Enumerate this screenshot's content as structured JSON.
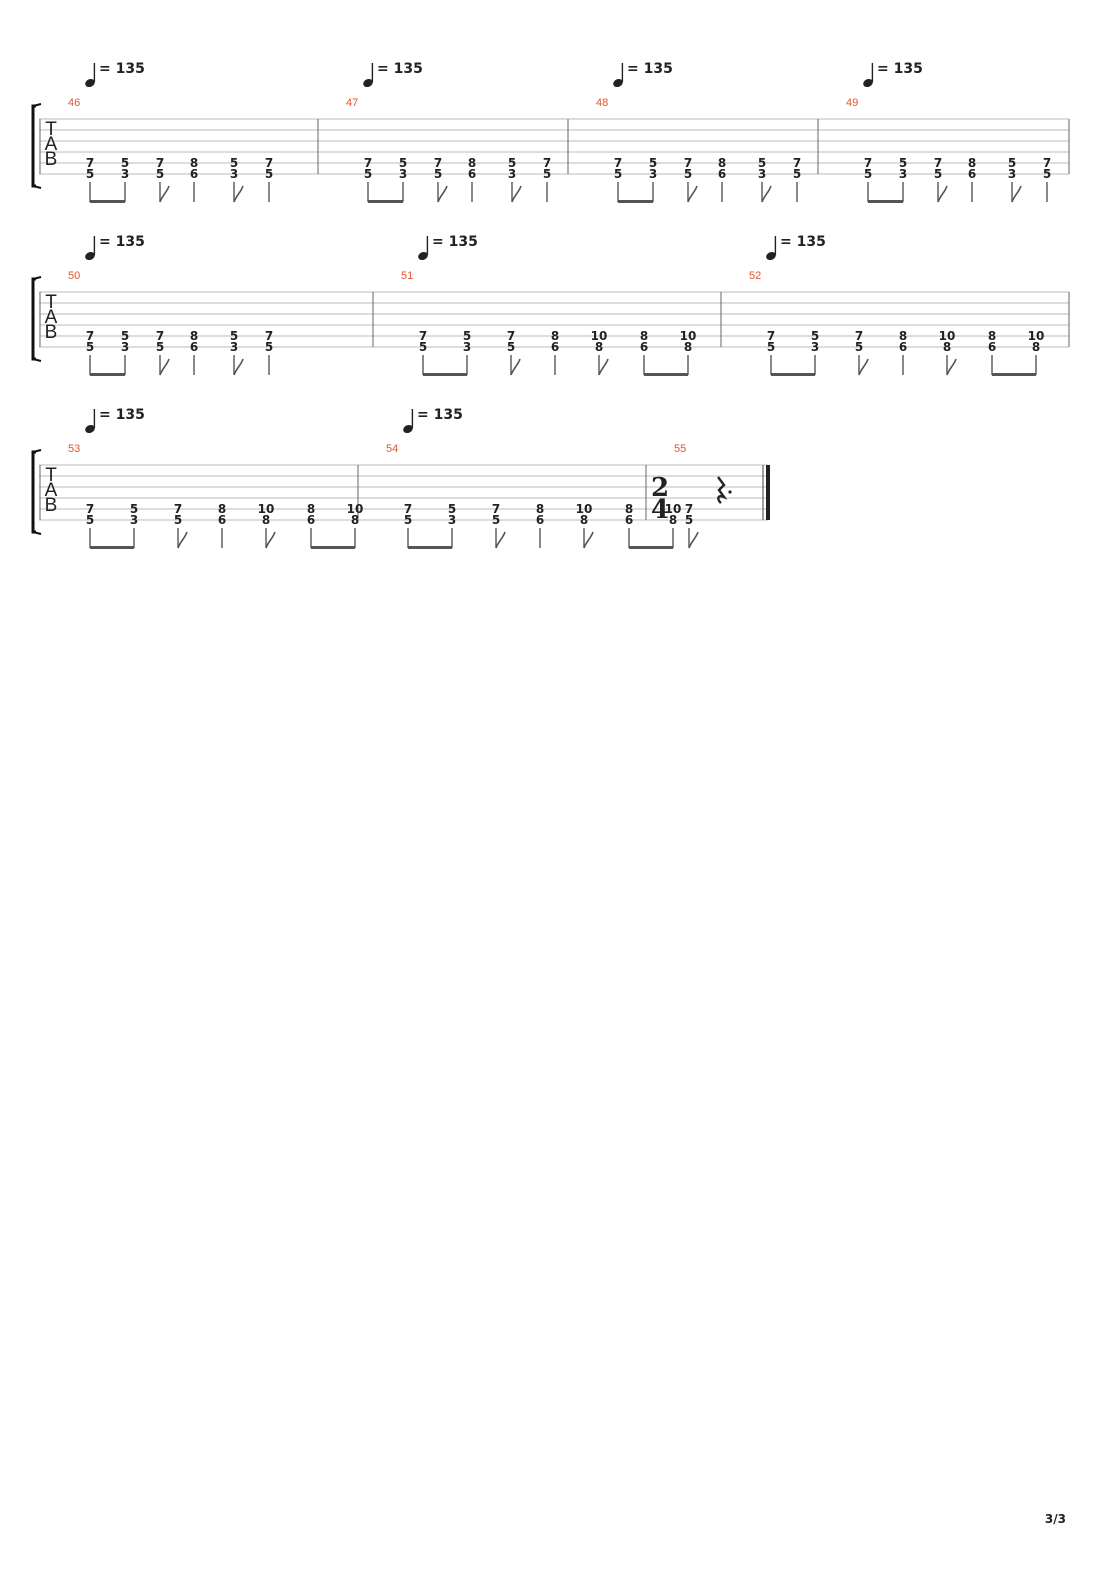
{
  "page": {
    "number_label": "3/3"
  },
  "tab_clef": [
    "T",
    "A",
    "B"
  ],
  "tempo": {
    "symbol": "quarter-note",
    "label": "= 135"
  },
  "systems": [
    {
      "measures": [
        {
          "number": "46",
          "tempo": true,
          "beats": [
            [
              "7",
              "5"
            ],
            [
              "5",
              "3"
            ],
            [
              "7",
              "5"
            ],
            [
              "8",
              "6"
            ],
            [
              "5",
              "3"
            ],
            [
              "7",
              "5"
            ]
          ],
          "rhythm": "A"
        },
        {
          "number": "47",
          "tempo": true,
          "beats": [
            [
              "7",
              "5"
            ],
            [
              "5",
              "3"
            ],
            [
              "7",
              "5"
            ],
            [
              "8",
              "6"
            ],
            [
              "5",
              "3"
            ],
            [
              "7",
              "5"
            ]
          ],
          "rhythm": "A"
        },
        {
          "number": "48",
          "tempo": true,
          "beats": [
            [
              "7",
              "5"
            ],
            [
              "5",
              "3"
            ],
            [
              "7",
              "5"
            ],
            [
              "8",
              "6"
            ],
            [
              "5",
              "3"
            ],
            [
              "7",
              "5"
            ]
          ],
          "rhythm": "A"
        },
        {
          "number": "49",
          "tempo": true,
          "beats": [
            [
              "7",
              "5"
            ],
            [
              "5",
              "3"
            ],
            [
              "7",
              "5"
            ],
            [
              "8",
              "6"
            ],
            [
              "5",
              "3"
            ],
            [
              "7",
              "5"
            ]
          ],
          "rhythm": "A"
        }
      ]
    },
    {
      "measures": [
        {
          "number": "50",
          "tempo": true,
          "beats": [
            [
              "7",
              "5"
            ],
            [
              "5",
              "3"
            ],
            [
              "7",
              "5"
            ],
            [
              "8",
              "6"
            ],
            [
              "5",
              "3"
            ],
            [
              "7",
              "5"
            ]
          ],
          "rhythm": "A"
        },
        {
          "number": "51",
          "tempo": true,
          "beats": [
            [
              "7",
              "5"
            ],
            [
              "5",
              "3"
            ],
            [
              "7",
              "5"
            ],
            [
              "8",
              "6"
            ],
            [
              "10",
              "8"
            ],
            [
              "8",
              "6"
            ],
            [
              "10",
              "8"
            ]
          ],
          "rhythm": "B"
        },
        {
          "number": "52",
          "tempo": true,
          "beats": [
            [
              "7",
              "5"
            ],
            [
              "5",
              "3"
            ],
            [
              "7",
              "5"
            ],
            [
              "8",
              "6"
            ],
            [
              "10",
              "8"
            ],
            [
              "8",
              "6"
            ],
            [
              "10",
              "8"
            ]
          ],
          "rhythm": "B"
        }
      ]
    },
    {
      "measures": [
        {
          "number": "53",
          "tempo": true,
          "beats": [
            [
              "7",
              "5"
            ],
            [
              "5",
              "3"
            ],
            [
              "7",
              "5"
            ],
            [
              "8",
              "6"
            ],
            [
              "10",
              "8"
            ],
            [
              "8",
              "6"
            ],
            [
              "10",
              "8"
            ]
          ],
          "rhythm": "B"
        },
        {
          "number": "54",
          "tempo": true,
          "beats": [
            [
              "7",
              "5"
            ],
            [
              "5",
              "3"
            ],
            [
              "7",
              "5"
            ],
            [
              "8",
              "6"
            ],
            [
              "10",
              "8"
            ],
            [
              "8",
              "6"
            ],
            [
              "10",
              "8"
            ]
          ],
          "rhythm": "B"
        },
        {
          "number": "55",
          "tempo": false,
          "time_signature": {
            "top": "2",
            "bottom": "4"
          },
          "beats": [
            [
              "7",
              "5"
            ]
          ],
          "rhythm": "C",
          "rest": "dotted-quarter-rest"
        }
      ]
    }
  ]
}
